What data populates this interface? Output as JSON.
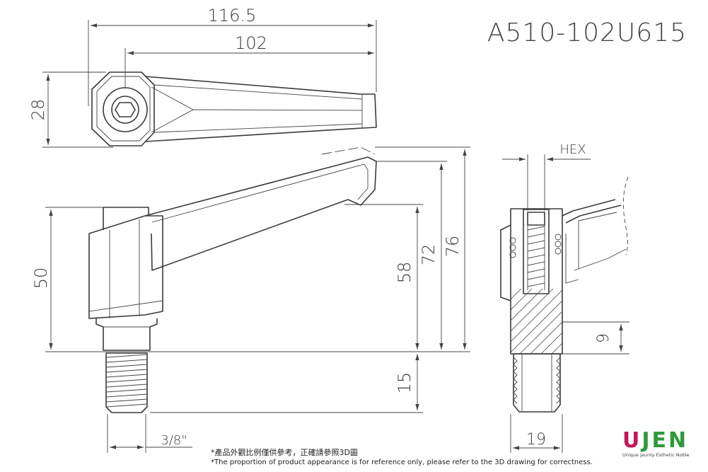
{
  "model_code": "A510-102U615",
  "dimensions": {
    "overall_length": "116.5",
    "handle_length": "102",
    "hub_width": "28",
    "base_height": "50",
    "height_58": "58",
    "height_72": "72",
    "height_76": "76",
    "thread_length": "15",
    "thread_size": "3/8\"",
    "hex_label": "HEX",
    "side_9": "9",
    "body_19": "19"
  },
  "notes": {
    "zh": "*產品外觀比例僅供參考，正確請參照3D圖",
    "en": "*The proportion of product appearance is for reference only, please refer to the 3D drawing for correctness."
  },
  "logo": {
    "letter_u": "U",
    "letters_rest": "JEN",
    "tagline": "Unique Jaunty Esthetic Noble",
    "colors": {
      "u": "#c2185b",
      "jen": "#2e9a3a"
    }
  }
}
